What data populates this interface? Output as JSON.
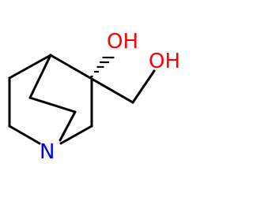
{
  "molecule": {
    "atoms": {
      "hydroxyl_oxygen": "OH",
      "hydroxymethyl_oxygen": "OH",
      "nitrogen": "N"
    },
    "colors": {
      "bond": "#000000",
      "oxygen": "#ff0000",
      "nitrogen": "#0000ff"
    }
  }
}
